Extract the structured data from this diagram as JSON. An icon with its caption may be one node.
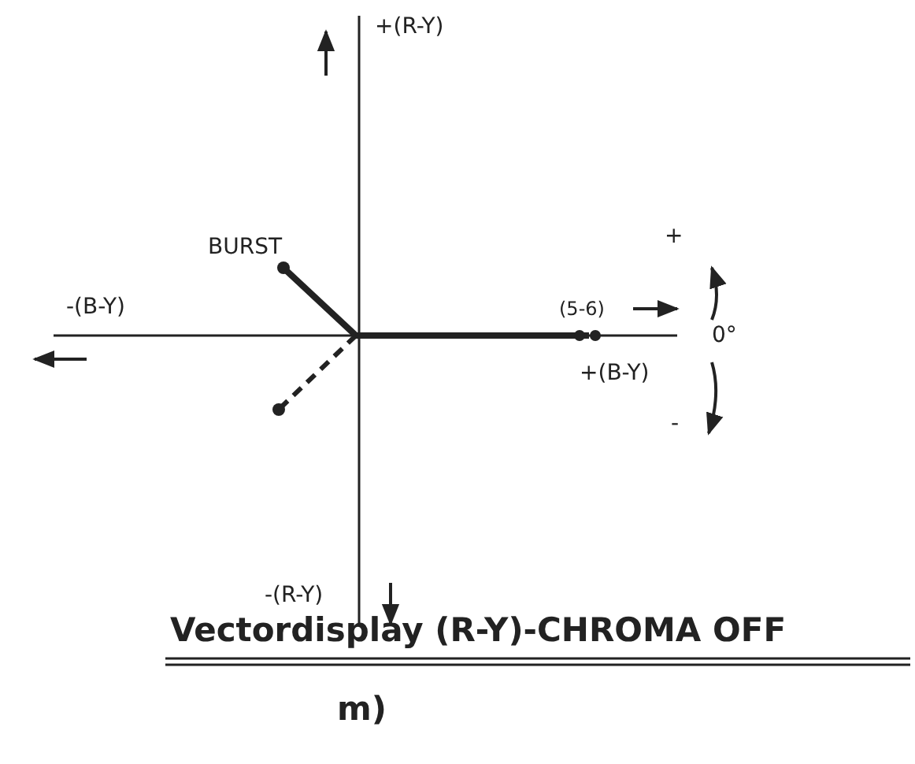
{
  "diagram": {
    "title": "Vectordisplay (R-Y)-CHROMA OFF",
    "caption": "m)",
    "labels": [
      "+(R-Y)",
      "BURST",
      "-(B-Y)",
      "(5-6)",
      "+",
      "0°",
      "+(B-Y)",
      "-",
      "-(R-Y)"
    ]
  }
}
